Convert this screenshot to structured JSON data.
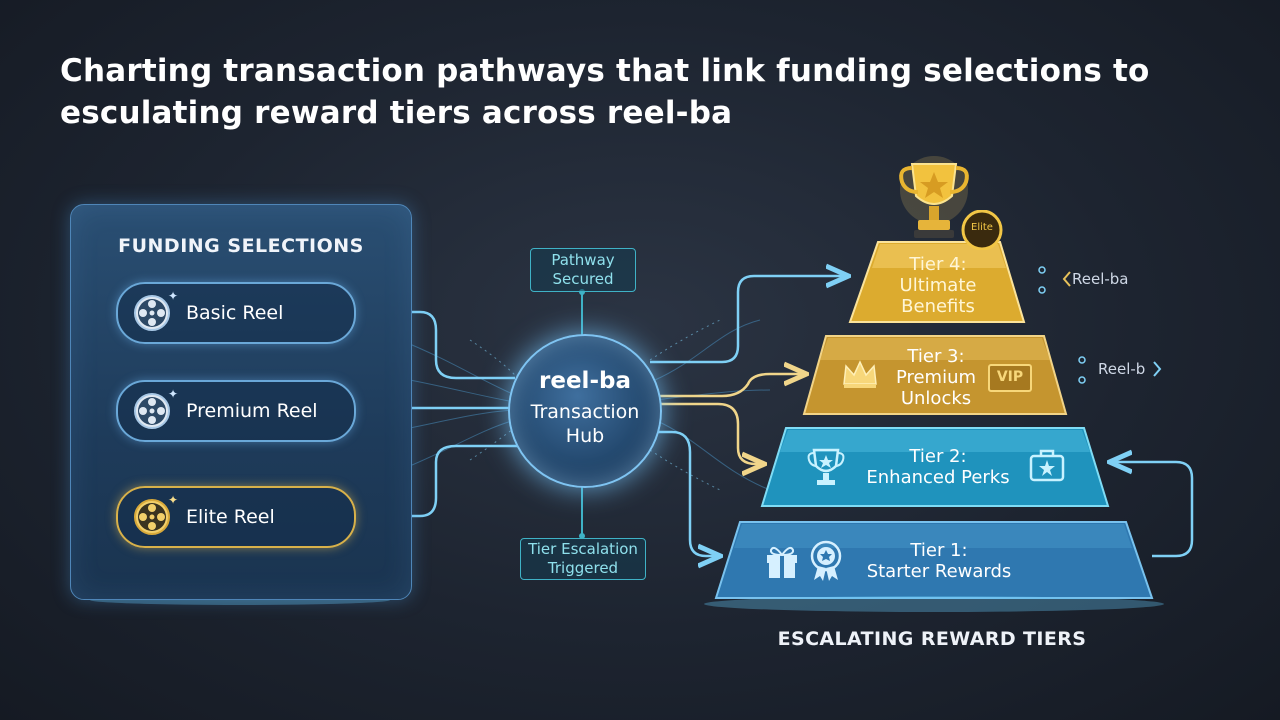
{
  "title": {
    "line1": "Charting transaction pathways that link funding selections to",
    "line2": "esculating reward tiers across reel-ba"
  },
  "funding": {
    "heading": "FUNDING SELECTIONS",
    "items": [
      {
        "label": "Basic Reel",
        "icon": "film-reel-icon",
        "accent": "#6aa8d8"
      },
      {
        "label": "Premium Reel",
        "icon": "film-reel-icon",
        "accent": "#6aa8d8"
      },
      {
        "label": "Elite Reel",
        "icon": "film-reel-icon",
        "accent": "#d8b14a"
      }
    ]
  },
  "hub": {
    "name": "reel-ba",
    "line1": "Transaction",
    "line2": "Hub"
  },
  "tags": {
    "top": {
      "line1": "Pathway",
      "line2": "Secured"
    },
    "bottom": {
      "line1": "Tier Escalation",
      "line2": "Triggered"
    }
  },
  "tiers": [
    {
      "line1": "Tier 4:",
      "line2": "Ultimate",
      "line3": "Benefits",
      "icon": "trophy-icon",
      "badge": "Elite",
      "color": "#e2b43a"
    },
    {
      "line1": "Tier 3:",
      "line2": "Premium",
      "line3": "Unlocks",
      "icon": "crown-icon",
      "badge": "VIP",
      "color": "#c9973a"
    },
    {
      "line1": "Tier 2:",
      "line2": "Enhanced Perks",
      "icon": "trophy-icon",
      "color": "#2fa6c8"
    },
    {
      "line1": "Tier 1:",
      "line2": "Starter Rewards",
      "icon": "gift-icon",
      "color": "#3a86b8"
    }
  ],
  "side_labels": {
    "tier4": "Reel-ba",
    "tier3": "Reel-b"
  },
  "pyramid_caption": "ESCALATING REWARD TIERS"
}
